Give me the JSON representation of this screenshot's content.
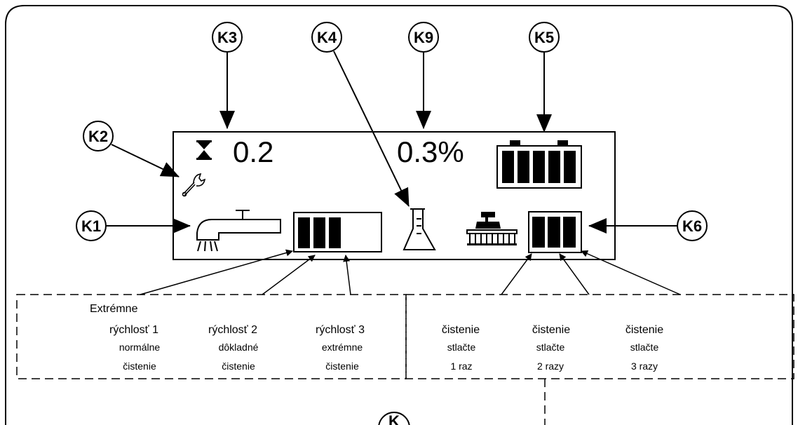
{
  "callouts": {
    "k1": "K1",
    "k2": "K2",
    "k3": "K3",
    "k4": "K4",
    "k5": "K5",
    "k6": "K6",
    "k9": "K9",
    "k_bottom": "K"
  },
  "display": {
    "timer_value": "0.2",
    "concentration_value": "0.3%"
  },
  "icons": {
    "timer": "hourglass-icon",
    "service": "wrench-icon",
    "spray": "spray-nozzle-icon",
    "chemical": "flask-icon",
    "brush": "brush-icon",
    "battery": "battery-icon"
  },
  "pressure_bars": {
    "filled": 3,
    "total": 4
  },
  "brush_bars": {
    "filled": 3,
    "total": 3
  },
  "legend_left": {
    "heading": "Extrémne",
    "items": [
      {
        "title": "rýchlosť 1",
        "line1": "normálne",
        "line2": "čistenie"
      },
      {
        "title": "rýchlosť 2",
        "line1": "dôkladné",
        "line2": "čistenie"
      },
      {
        "title": "rýchlosť 3",
        "line1": "extrémne",
        "line2": "čistenie"
      }
    ]
  },
  "legend_right": {
    "items": [
      {
        "title": "čistenie",
        "line1": "stlačte",
        "line2": "1 raz"
      },
      {
        "title": "čistenie",
        "line1": "stlačte",
        "line2": "2 razy"
      },
      {
        "title": "čistenie",
        "line1": "stlačte",
        "line2": "3 razy"
      }
    ]
  }
}
